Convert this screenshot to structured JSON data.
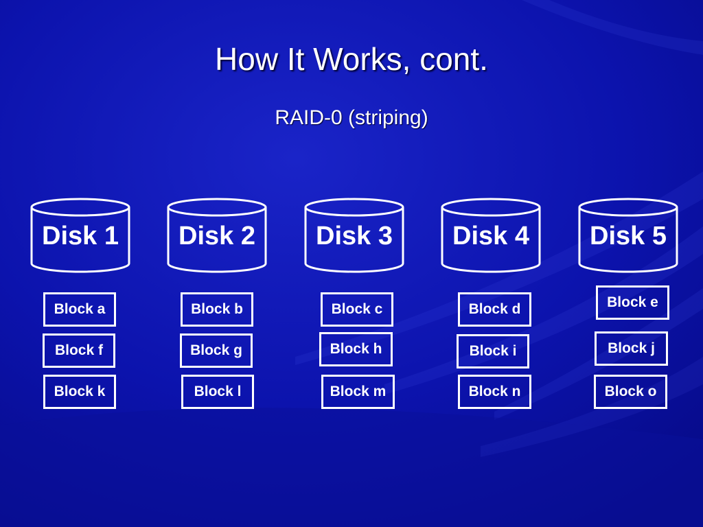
{
  "slide": {
    "title": "How It Works, cont.",
    "subtitle": "RAID-0  (striping)"
  },
  "disks": [
    "Disk 1",
    "Disk 2",
    "Disk 3",
    "Disk 4",
    "Disk 5"
  ],
  "blocks": [
    [
      "Block a",
      "Block f",
      "Block k"
    ],
    [
      "Block b",
      "Block g",
      "Block l"
    ],
    [
      "Block c",
      "Block h",
      "Block m"
    ],
    [
      "Block d",
      "Block i",
      "Block n"
    ],
    [
      "Block e",
      "Block j",
      "Block o"
    ]
  ],
  "colors": {
    "background": "#0a10a8",
    "foreground": "#ffffff"
  }
}
